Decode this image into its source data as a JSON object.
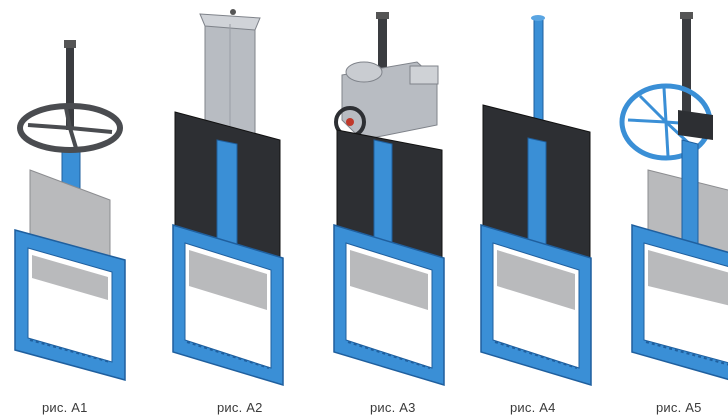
{
  "figures": [
    {
      "caption": "рис. А1",
      "drive": "handwheel"
    },
    {
      "caption": "рис. А2",
      "drive": "pneumatic-cylinder"
    },
    {
      "caption": "рис. А3",
      "drive": "electric-actuator"
    },
    {
      "caption": "рис. А4",
      "drive": "bare-stem"
    },
    {
      "caption": "рис. А5",
      "drive": "handwheel-large"
    }
  ],
  "colors": {
    "frame_blue": "#3a8fd6",
    "frame_blue_dark": "#1f5f9e",
    "housing_dark": "#2d2f33",
    "gate_grey": "#b9babc",
    "stem_dark": "#3a3c40",
    "wheel_grey": "#4a4c50",
    "actuator_grey": "#b8bcc2"
  }
}
